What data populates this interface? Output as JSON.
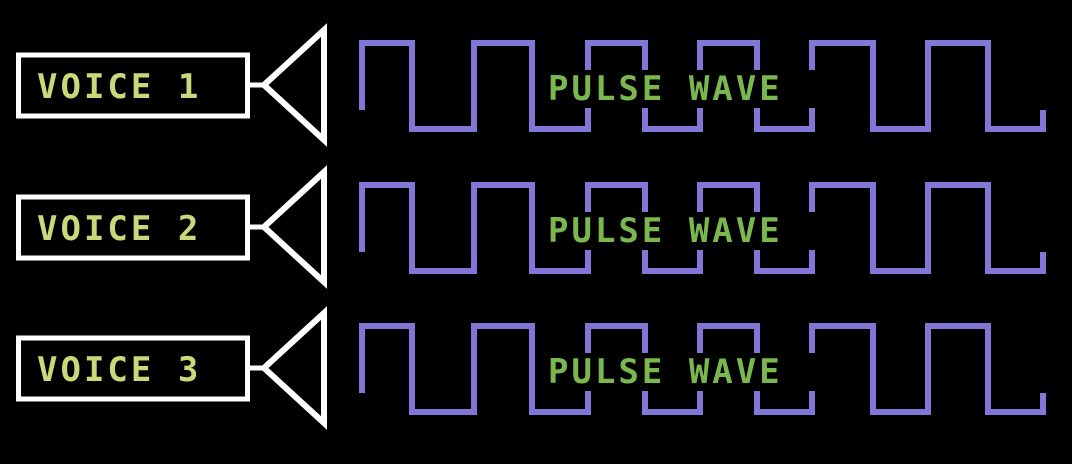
{
  "colors": {
    "background": "#000000",
    "box_outline": "#ffffff",
    "voice_text": "#c9d97a",
    "wave_line": "#8276d6",
    "wave_text": "#7ab84f"
  },
  "voices": [
    {
      "label": "VOICE 1",
      "waveform_label": "PULSE WAVE",
      "waveform": "pulse"
    },
    {
      "label": "VOICE 2",
      "waveform_label": "PULSE WAVE",
      "waveform": "pulse"
    },
    {
      "label": "VOICE 3",
      "waveform_label": "PULSE WAVE",
      "waveform": "pulse"
    }
  ]
}
